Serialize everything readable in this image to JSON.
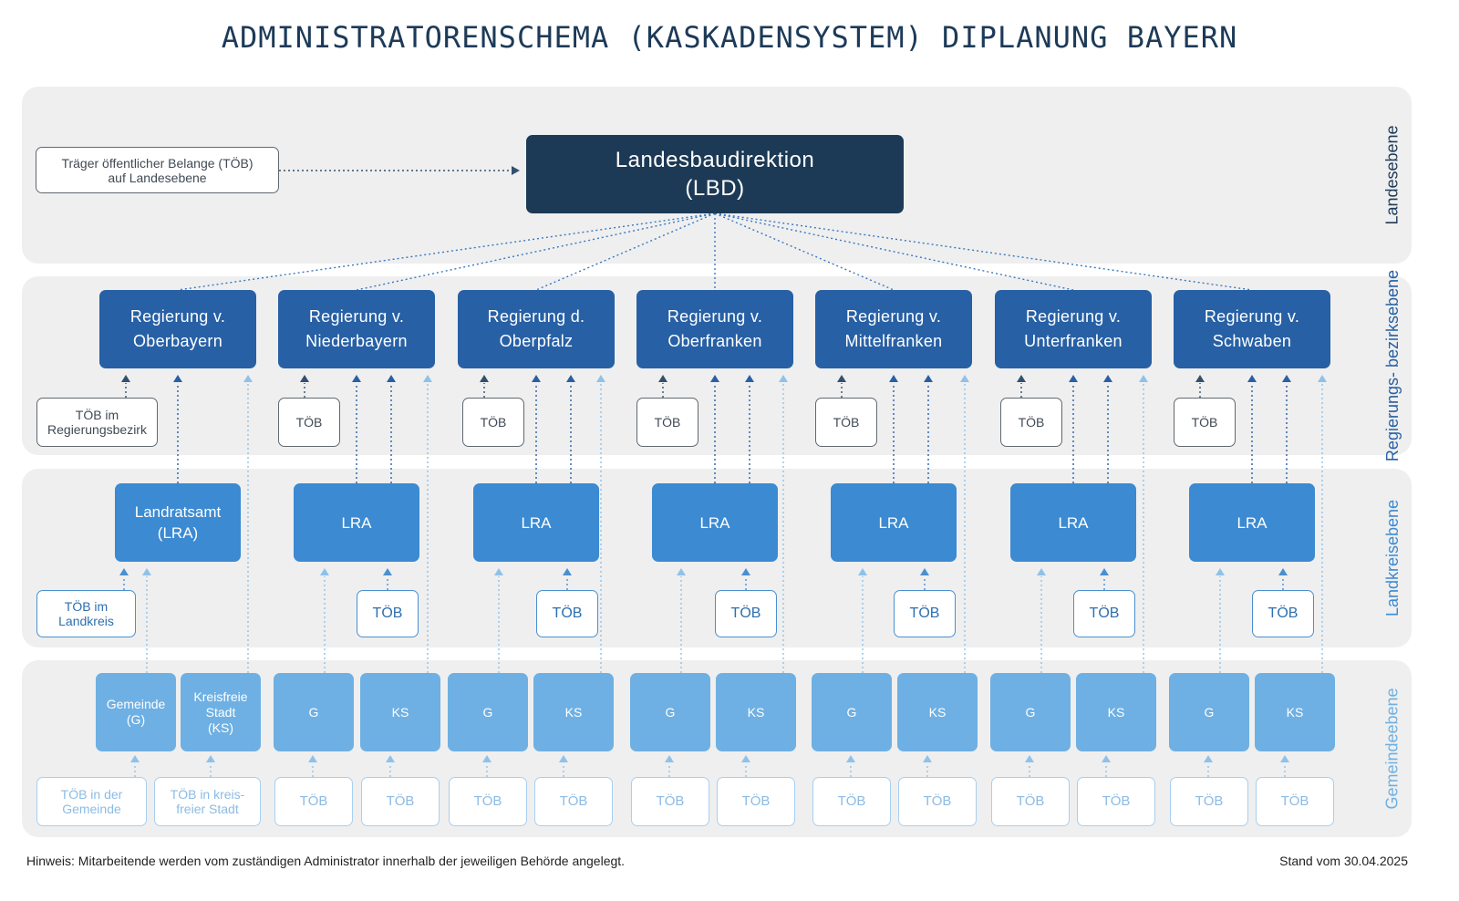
{
  "title": "ADMINISTRATORENSCHEMA (KASKADENSYSTEM) DIPLANUNG BAYERN",
  "colors": {
    "dark": "#1c3a55",
    "regierung": "#2760a5",
    "lra": "#3b8ad2",
    "gemeinde": "#6eb0e3",
    "band": "#efefef"
  },
  "levels": {
    "land": "Landesebene",
    "regierung": "Regierungs-\nbezirksebene",
    "landkreis": "Landkreisebene",
    "gemeinde": "Gemeindeebene"
  },
  "lbd": {
    "label": "Landesbaudirektion\n(LBD)"
  },
  "toeb_land": "Träger öffentlicher Belange (TÖB)\nauf Landesebene",
  "toeb_regierung": "TÖB im\nRegierungsbezirk",
  "toeb_landkreis": "TÖB im\nLandkreis",
  "toeb_gemeinde": "TÖB in der\nGemeinde",
  "toeb_ks": "TÖB in kreis-\nfreier Stadt",
  "toeb_short": "TÖB",
  "regierungen": [
    "Regierung v.\nOberbayern",
    "Regierung v.\nNiederbayern",
    "Regierung d.\nOberpfalz",
    "Regierung v.\nOberfranken",
    "Regierung v.\nMittelfranken",
    "Regierung v.\nUnterfranken",
    "Regierung v.\nSchwaben"
  ],
  "lra_first": "Landratsamt\n(LRA)",
  "lra_short": "LRA",
  "gemeinde_first": "Gemeinde\n(G)",
  "ks_first": "Kreisfreie\nStadt\n(KS)",
  "gemeinde_short": "G",
  "ks_short": "KS",
  "footer_note": "Hinweis: Mitarbeitende werden vom zuständigen Administrator innerhalb der jeweiligen Behörde angelegt.",
  "footer_date": "Stand vom 30.04.2025"
}
